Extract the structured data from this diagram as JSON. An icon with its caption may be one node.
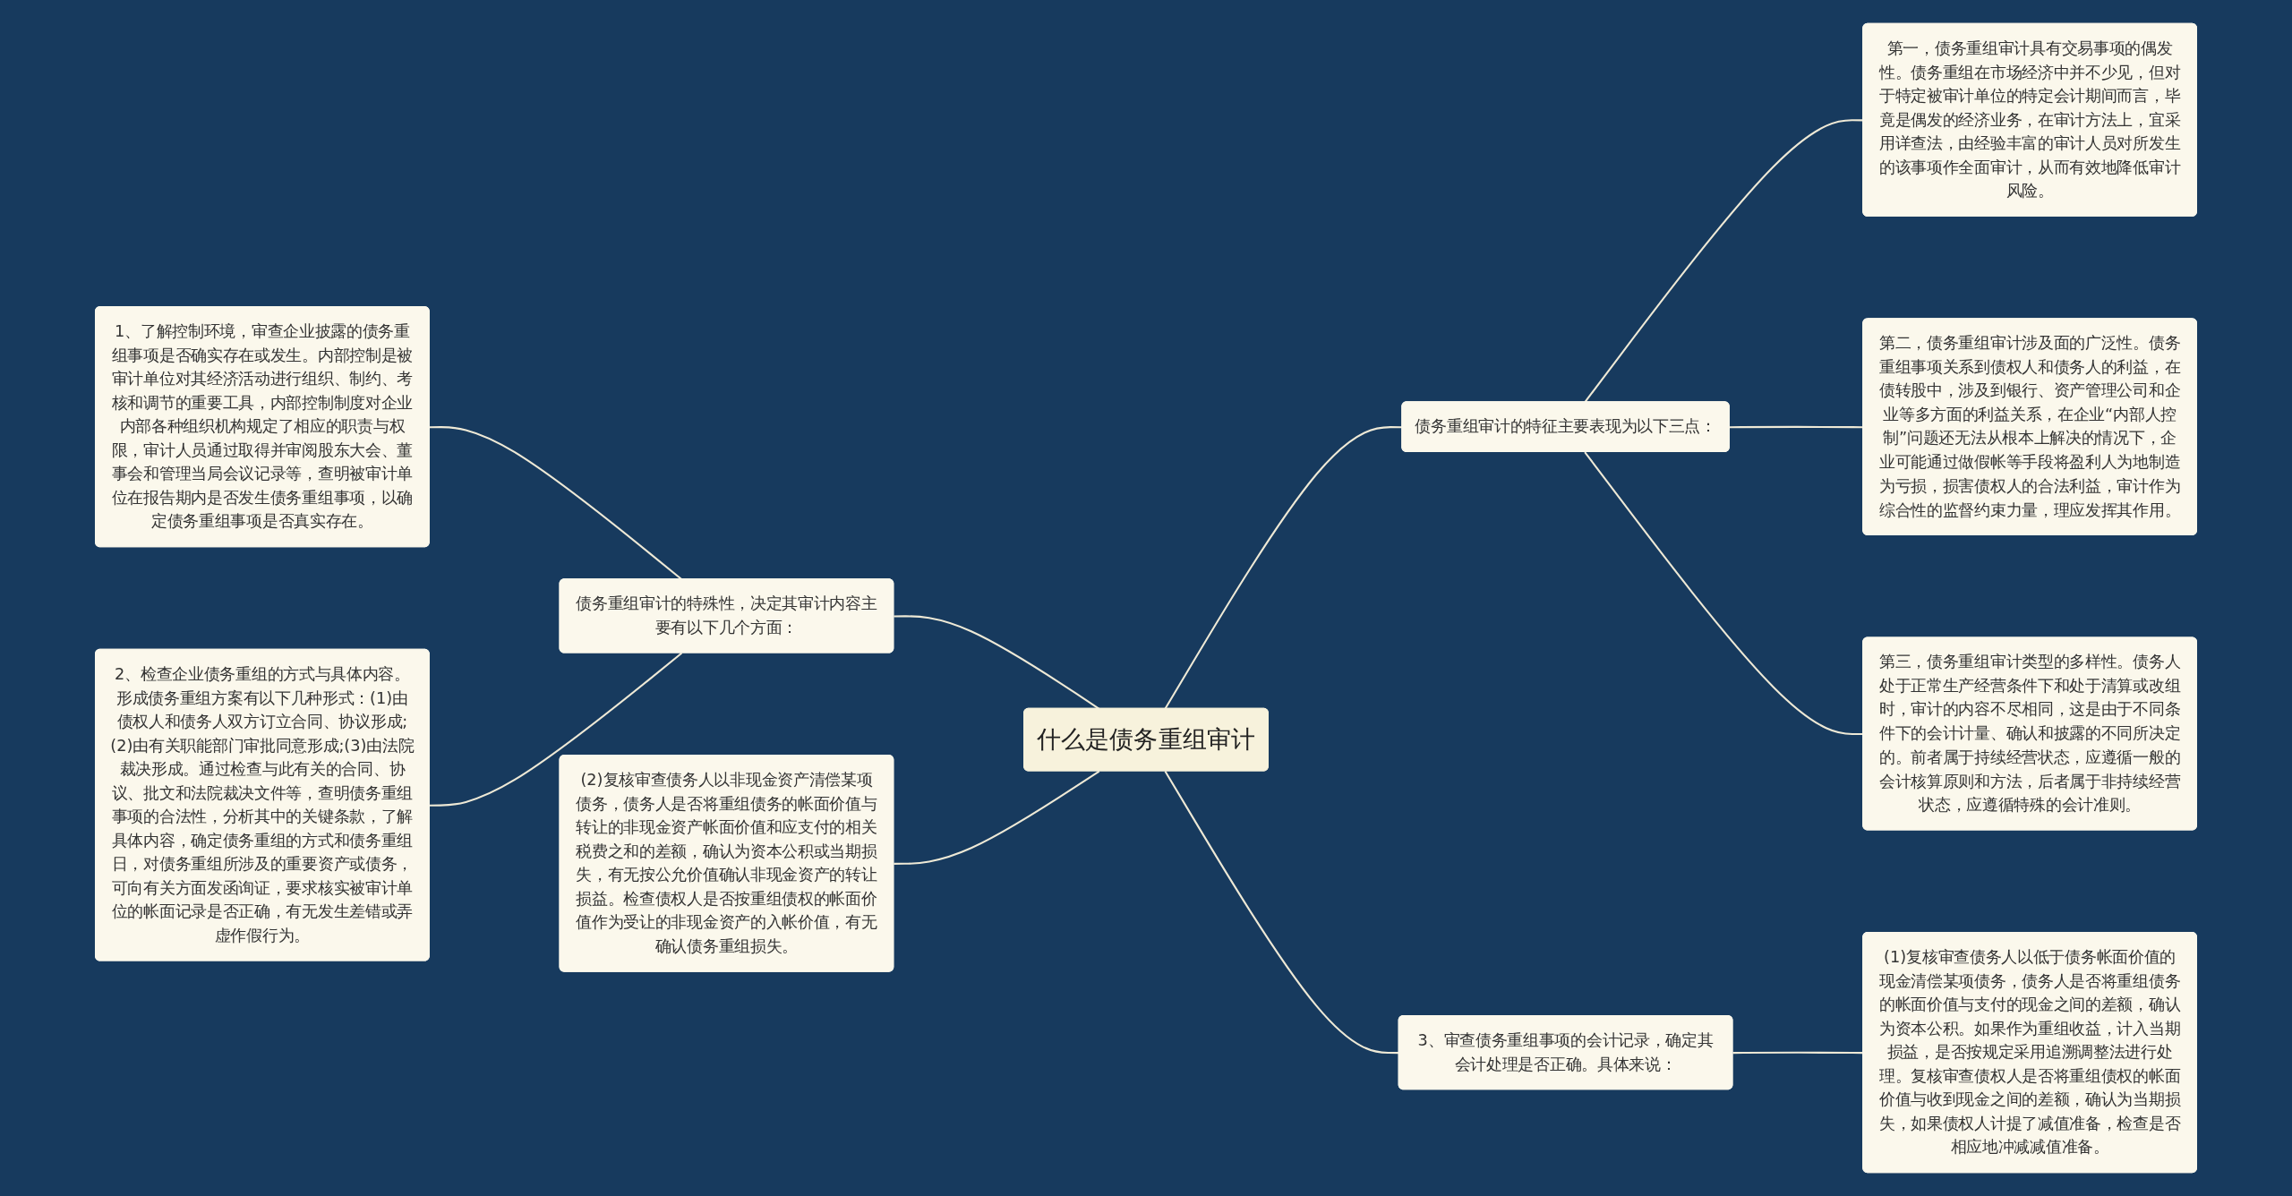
{
  "diagram": {
    "nodes": [
      {
        "text": [
          "什么是债务重组审计"
        ]
      },
      {
        "text": [
          "债务重组审计的特殊性，决定其审计内容主要有以下几个方面："
        ]
      },
      {
        "text": [
          "1、了解控制环境，审查企业披露的债务重组事项是否确实存在或发生。内部控制是被审计单位对其经济活动进行组织、制约、考核和调节的重要工具，内部控制制度对企业内部各种组织机构规定了相应的职责与权限，审计人员通过取得并审阅股东大会、董事会和管理当局会议记录等，查明被审计单位在报告期内是否发生债务重组事项，以确定债务重组事项是否真实存在。"
        ]
      },
      {
        "text": [
          "2、检查企业债务重组的方式与具体内容。形成债务重组方案有以下几种形式：(1)由债权人和债务人双方订立合同、协议形成;(2)由有关职能部门审批同意形成;(3)由法院裁决形成。通过检查与此有关的合同、协议、批文和法院裁决文件等，查明债务重组事项的合法性，分析其中的关键条款，了解具体内容，确定债务重组的方式和债务重组日，对债务重组所涉及的重要资产或债务，可向有关方面发函询证，要求核实被审计单位的帐面记录是否正确，有无发生差错或弄虚作假行为。"
        ]
      },
      {
        "text": [
          "(2)复核审查债务人以非现金资产清偿某项债务，债务人是否将重组债务的帐面价值与转让的非现金资产帐面价值和应支付的相关税费之和的差额，确认为资本公积或当期损失，有无按公允价值确认非现金资产的转让损益。检查债权人是否按重组债权的帐面价值作为受让的非现金资产的入帐价值，有无确认债务重组损失。"
        ]
      },
      {
        "text": [
          "债务重组审计的特征主要表现为以下三点："
        ]
      },
      {
        "text": [
          "第一，债务重组审计具有交易事项的偶发性。债务重组在市场经济中并不少见，但对于特定被审计单位的特定会计期间而言，毕竟是偶发的经济业务，在审计方法上，宜采用详查法，由经验丰富的审计人员对所发生的该事项作全面审计，从而有效地降低审计风险。"
        ]
      },
      {
        "text": [
          "第二，债务重组审计涉及面的广泛性。债务重组事项关系到债权人和债务人的利益，在债转股中，涉及到银行、资产管理公司和企业等多方面的利益关系，在企业“内部人控制”问题还无法从根本上解决的情况下，企业可能通过做假帐等手段将盈利人为地制造为亏损，损害债权人的合法利益，审计作为综合性的监督约束力量，理应发挥其作用。"
        ]
      },
      {
        "text": [
          "第三，债务重组审计类型的多样性。债务人处于正常生产经营条件下和处于清算或改组时，审计的内容不尽相同，这是由于不同条件下的会计计量、确认和披露的不同所决定的。前者属于持续经营状态，应遵循一般的会计核算原则和方法，后者属于非持续经营状态，应遵循特殊的会计准则。"
        ]
      },
      {
        "text": [
          "3、审查债务重组事项的会计记录，确定其会计处理是否正确。具体来说："
        ]
      },
      {
        "text": [
          "(1)复核审查债务人以低于债务帐面价值的现金清偿某项债务，债务人是否将重组债务的帐面价值与支付的现金之间的差额，确认为资本公积。如果作为重组收益，计入当期损益，是否按规定采用追溯调整法进行处理。复核审查债权人是否将重组债权的帐面价值与收到现金之间的差额，确认为当期损失，如果债权人计提了减值准备，检查是否相应地冲减减值准备。"
        ]
      }
    ],
    "edges": [
      {
        "from": 2,
        "to": 1,
        "arrow": "none"
      },
      {
        "from": 3,
        "to": 1,
        "arrow": "none"
      },
      {
        "from": 1,
        "to": 0,
        "arrow": "none"
      },
      {
        "from": 4,
        "to": 0,
        "arrow": "none"
      },
      {
        "from": 0,
        "to": 5,
        "arrow": "none"
      },
      {
        "from": 0,
        "to": 9,
        "arrow": "none"
      },
      {
        "from": 5,
        "to": 6,
        "arrow": "none"
      },
      {
        "from": 5,
        "to": 7,
        "arrow": "none"
      },
      {
        "from": 5,
        "to": 8,
        "arrow": "none"
      },
      {
        "from": 9,
        "to": 10,
        "arrow": "none"
      }
    ]
  }
}
